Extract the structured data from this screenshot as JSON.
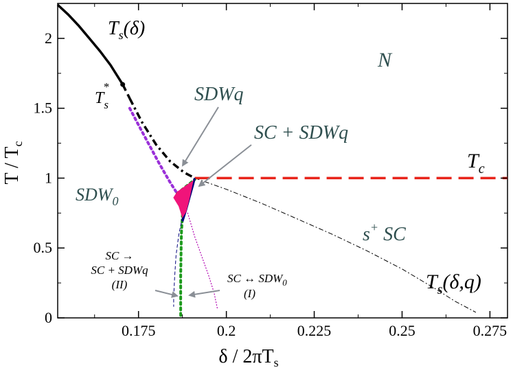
{
  "chart_data": {
    "type": "line",
    "xlabel": "δ / 2πT",
    "xlabel_sub": "s",
    "ylabel": "T / T",
    "ylabel_sub": "c",
    "xlim": [
      0.152,
      0.28
    ],
    "ylim": [
      0,
      2.25
    ],
    "xticks": [
      {
        "value": 0.175,
        "label": "0.175"
      },
      {
        "value": 0.2,
        "label": "0.2"
      },
      {
        "value": 0.225,
        "label": "0.225"
      },
      {
        "value": 0.25,
        "label": "0.25"
      },
      {
        "value": 0.275,
        "label": "0.275"
      }
    ],
    "yticks": [
      {
        "value": 0,
        "label": "0"
      },
      {
        "value": 0.5,
        "label": "0.5"
      },
      {
        "value": 1,
        "label": "1"
      },
      {
        "value": 1.5,
        "label": "1.5"
      },
      {
        "value": 2,
        "label": "2"
      }
    ],
    "grid": false,
    "series": [
      {
        "style": "solid-black",
        "points": [
          [
            0.152,
            2.24
          ],
          [
            0.155,
            2.17
          ],
          [
            0.158,
            2.09
          ],
          [
            0.161,
            2.0
          ],
          [
            0.164,
            1.91
          ],
          [
            0.167,
            1.81
          ],
          [
            0.1695,
            1.71
          ],
          [
            0.1705,
            1.67
          ]
        ]
      },
      {
        "style": "dashed-black",
        "points": [
          [
            0.1705,
            1.67
          ],
          [
            0.1725,
            1.57
          ]
        ]
      },
      {
        "style": "dashdot-black",
        "points": [
          [
            0.1725,
            1.57
          ],
          [
            0.176,
            1.4
          ],
          [
            0.18,
            1.24
          ],
          [
            0.184,
            1.12
          ],
          [
            0.188,
            1.04
          ],
          [
            0.191,
            1.0
          ]
        ]
      },
      {
        "style": "thin-dashdot-black",
        "points": [
          [
            0.191,
            1.0
          ],
          [
            0.2,
            0.92
          ],
          [
            0.21,
            0.82
          ],
          [
            0.22,
            0.71
          ],
          [
            0.23,
            0.6
          ],
          [
            0.24,
            0.48
          ],
          [
            0.25,
            0.35
          ],
          [
            0.26,
            0.2
          ],
          [
            0.265,
            0.12
          ],
          [
            0.271,
            0.04
          ]
        ]
      },
      {
        "style": "dashed-red",
        "points": [
          [
            0.191,
            1.0
          ],
          [
            0.28,
            1.0
          ]
        ]
      },
      {
        "style": "dotted-purple",
        "points": [
          [
            0.1725,
            1.5
          ],
          [
            0.175,
            1.38
          ],
          [
            0.178,
            1.24
          ],
          [
            0.181,
            1.1
          ],
          [
            0.184,
            0.97
          ],
          [
            0.186,
            0.89
          ]
        ]
      },
      {
        "style": "dotted-green",
        "points": [
          [
            0.186,
            0.89
          ],
          [
            0.191,
            0.99
          ]
        ]
      },
      {
        "style": "dotted-green",
        "points": [
          [
            0.1875,
            0.74
          ],
          [
            0.1872,
            0.6
          ],
          [
            0.1871,
            0.45
          ],
          [
            0.187,
            0.3
          ],
          [
            0.187,
            0.15
          ],
          [
            0.187,
            0.0
          ]
        ]
      },
      {
        "style": "thin-dashed-navy",
        "points": [
          [
            0.1875,
            0.72
          ],
          [
            0.1865,
            0.6
          ],
          [
            0.1857,
            0.45
          ],
          [
            0.1853,
            0.3
          ],
          [
            0.185,
            0.15
          ],
          [
            0.185,
            0.08
          ]
        ]
      },
      {
        "style": "thin-dotted-magenta",
        "points": [
          [
            0.189,
            0.75
          ],
          [
            0.191,
            0.58
          ],
          [
            0.193,
            0.44
          ],
          [
            0.195,
            0.3
          ],
          [
            0.1965,
            0.18
          ],
          [
            0.1975,
            0.06
          ]
        ]
      },
      {
        "style": "solid-navy",
        "points": [
          [
            0.1875,
            0.69
          ],
          [
            0.1885,
            0.77
          ],
          [
            0.1895,
            0.86
          ],
          [
            0.1905,
            0.95
          ],
          [
            0.191,
            1.0
          ]
        ]
      },
      {
        "style": "filled-magenta",
        "points": [
          [
            0.186,
            0.9
          ],
          [
            0.1905,
            0.98
          ],
          [
            0.1895,
            0.86
          ],
          [
            0.1885,
            0.76
          ],
          [
            0.1875,
            0.72
          ],
          [
            0.1865,
            0.8
          ],
          [
            0.185,
            0.86
          ]
        ]
      }
    ],
    "endpoint_marker": [
      0.1705,
      1.67
    ],
    "annotations": {
      "ts_delta": {
        "main": "T",
        "sub": "s",
        "paren": "(δ)"
      },
      "ts_star": {
        "main": "T",
        "sub": "s",
        "sup": "*"
      },
      "n_region": "N",
      "sdwq": "SDWq",
      "sc_sdwq": "SC + SDWq",
      "tc": {
        "main": "T",
        "sub": "c"
      },
      "sdw0": {
        "main": "SDW",
        "sub": "0"
      },
      "s_sc": {
        "main": "s",
        "sup": "+",
        "rest": " SC"
      },
      "ts_delta_q": {
        "main": "T",
        "sub": "s",
        "paren": "(δ,q)"
      },
      "note_ii": {
        "line1": "SC →",
        "line2": "SC + SDWq",
        "line3": "(II)"
      },
      "note_i": {
        "line1": "SC ↔ SDW",
        "line1_sub": "0",
        "line2": "(I)"
      }
    }
  }
}
